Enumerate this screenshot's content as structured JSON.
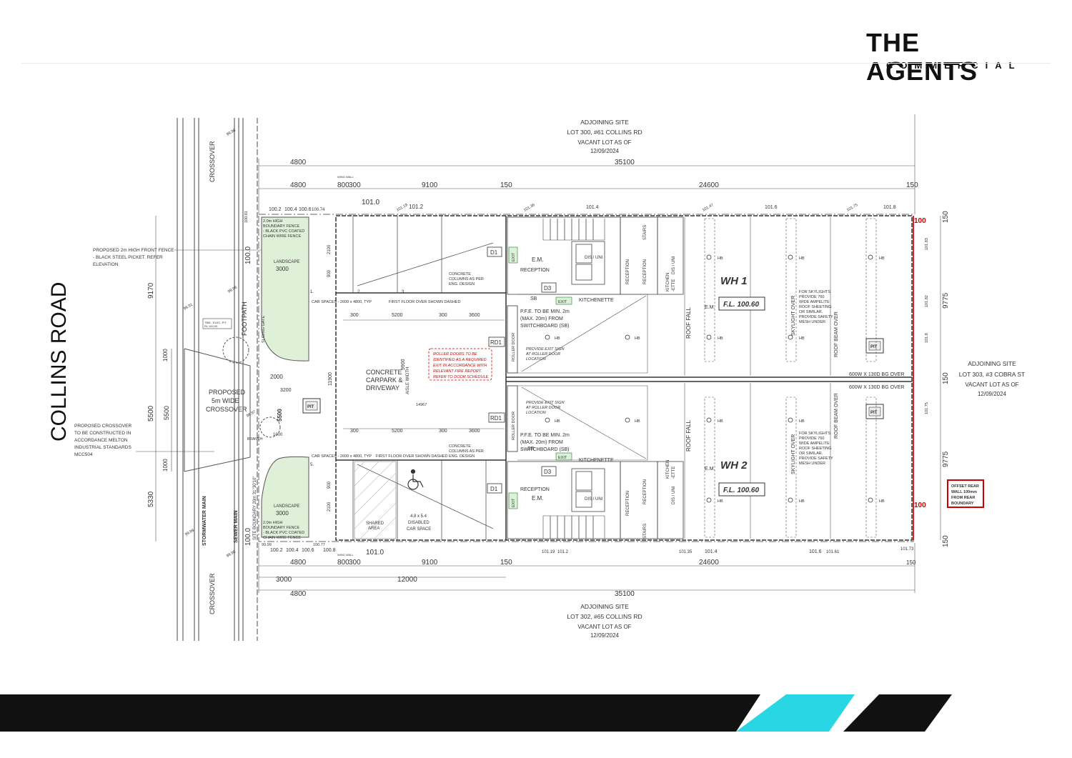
{
  "brand": {
    "name": "THE AGENTS",
    "sub": "COMMERCIAL"
  },
  "road": {
    "name": "COLLINS ROAD"
  },
  "streets": {
    "crossover_top": "CROSSOVER",
    "crossover_bottom": "CROSSOVER",
    "footpath": "FOOTPATH",
    "stormwater": "STORMWATER MAIN",
    "sewer": "SEWER MAIN"
  },
  "adjoining": {
    "top": [
      "ADJOINING SITE",
      "LOT 300, #61 COLLINS RD",
      "VACANT LOT AS OF",
      "12/09/2024"
    ],
    "bottom": [
      "ADJOINING SITE",
      "LOT 302, #65 COLLINS RD",
      "VACANT LOT AS OF",
      "12/09/2024"
    ],
    "right": [
      "ADJOINING SITE",
      "LOT 303, #3 COBRA ST",
      "VACANT LOT AS OF",
      "12/09/2024"
    ]
  },
  "dims": {
    "top_total": "35100",
    "top_left": "4800",
    "top_row": [
      "4800",
      "800",
      "300",
      "9100",
      "150",
      "24600",
      "150"
    ],
    "bottom_row": [
      "4800",
      "800",
      "300",
      "9100",
      "150",
      "24600",
      "150"
    ],
    "bottom_sub": [
      "3000",
      "12000"
    ],
    "bottom_total": "35100",
    "bottom_left": "4800",
    "left": [
      "9170",
      "1000",
      "5500",
      "1000",
      "5330"
    ],
    "left_inner": [
      "1000",
      "5500",
      "1000"
    ],
    "right": [
      "150",
      "9775",
      "150",
      "9775",
      "150"
    ],
    "carpark": [
      "300",
      "5200",
      "300",
      "3600"
    ],
    "carpark2": [
      "300",
      "5200",
      "300",
      "3600"
    ],
    "misc": [
      "11900",
      "9900",
      "14967",
      "2000",
      "3200",
      "3000",
      "3000",
      "1000",
      "2100",
      "900",
      "2100",
      "900"
    ]
  },
  "levels": [
    "101.0",
    "101.0",
    "100.0",
    "100.0",
    "101.19",
    "101.2",
    "101.36",
    "101.4",
    "101.47",
    "101.6",
    "101.75",
    "101.8",
    "101.19",
    "101.2",
    "101.35",
    "101.4",
    "101.6",
    "101.61",
    "101.73",
    "100.2",
    "100.4",
    "100.6",
    "100.74",
    "100.8",
    "100.2",
    "100.4",
    "100.6",
    "100.8",
    "99.97",
    "99.98",
    "99.95",
    "99.96",
    "99.91",
    "99.89",
    "101.83",
    "101.82",
    "101.8",
    "101.75",
    "100.01",
    "99.99",
    "100.77"
  ],
  "notes": {
    "front_fence": [
      "PROPOSED 2m HIGH FRONT FENCE",
      "- BLACK STEEL PICKET. REFER",
      "ELEVATION"
    ],
    "crossover_note": [
      "PROPOSED CROSSOVER",
      "TO BE CONSTRUCTED IN",
      "ACCORDANCE MELTON",
      "INDUSTRIAL STANDARDS",
      "MCC504"
    ],
    "proposed_crossover": [
      "PROPOSED",
      "5m WIDE",
      "CROSSOVER"
    ],
    "boundary_fence": [
      "2.0m HIGH",
      "BOUNDARY FENCE",
      "- BLACK PVC COATED",
      "CHAIN WIRE FENCE"
    ],
    "landscape": "LANDSCAPE",
    "landscape_dim": "3000",
    "concrete": [
      "CONCRETE",
      "CARPARK &",
      "DRIVEWAY"
    ],
    "aisle": "AISLE WIDTH",
    "columns": [
      "CONCRETE",
      "COLUMNS AS PER",
      "ENG. DESIGN"
    ],
    "car_spaces": "CAR SPACES - 2600 x 4800, TYP",
    "first_floor": "FIRST FLOOR OVER SHOWN DASHED",
    "roller_note": [
      "ROLLER DOORS TO BE",
      "IDENTIFIED AS A REQUIRED",
      "EXIT IN ACCORDANCE WITH",
      "RELEVANT FIRE REPORT.",
      "REFER TO DOOR SCHEDULE."
    ],
    "pfe": [
      "P.F.E. TO BE MIN. 2m",
      "(MAX. 20m) FROM",
      "SWITCHBOARD (SB)"
    ],
    "exit_sign": [
      "PROVIDE EXIT SIGN",
      "AT ROLLER DOOR",
      "LOCATION"
    ],
    "skylight_note": [
      "FOR SKYLIGHTS",
      "PROVIDE 760",
      "WIDE AMPELITE",
      "ROOF SHEETING",
      "OR SIMILAR.",
      "PROVIDE SAFETY",
      "MESH UNDER"
    ],
    "bg_over": "600W X 130D BG OVER",
    "offset": [
      "OFFSET REAR",
      "WALL 100mm",
      "FROM REAR",
      "BOUNDARY"
    ],
    "shared": [
      "SHARED",
      "AREA"
    ],
    "disabled": [
      "4.8 x 5.4",
      "DISABLED",
      "CAR SPACE"
    ],
    "tbm": [
      "TBM - ELEC. PIT",
      "RL 100.00"
    ],
    "sliding_gate": "SLIDING GATE",
    "site_boundary": "SITE BOUNDARY 20m  31°30'10\"",
    "branch": "BRANCH",
    "wing_wall": "WING WALL"
  },
  "rooms": {
    "wh1": "WH 1",
    "wh2": "WH 2",
    "fl": "F.L. 100.60",
    "reception": "RECEPTION",
    "em": "E.M.",
    "kitchenette": "KITCHENETTE",
    "dis_uni": "DIS / UNI",
    "stairs": "STAIRS",
    "kitchen_ette": [
      "KITCHEN",
      "-ETTE"
    ],
    "roof_fall": "ROOF FALL",
    "skylight": "SKYLIGHT OVER",
    "roof_beam": "ROOF BEAM OVER",
    "roller_door": "ROLLER DOOR",
    "labels": [
      "D1",
      "D3",
      "RD1",
      "RD1",
      "D1",
      "D3",
      "SB",
      "SB",
      "EXIT",
      "EXIT",
      "EXIT",
      "EXIT",
      "PIT",
      "PIT",
      "PIT",
      "HB",
      "100",
      "100"
    ],
    "num_spaces": [
      "1.",
      "2.",
      "3.",
      "5."
    ]
  },
  "colors": {
    "landscape": "#dff0d8",
    "rear_wall": "#e02020",
    "note_red": "#d00000",
    "accent_cyan": "#29d6e4",
    "bar": "#111111"
  }
}
